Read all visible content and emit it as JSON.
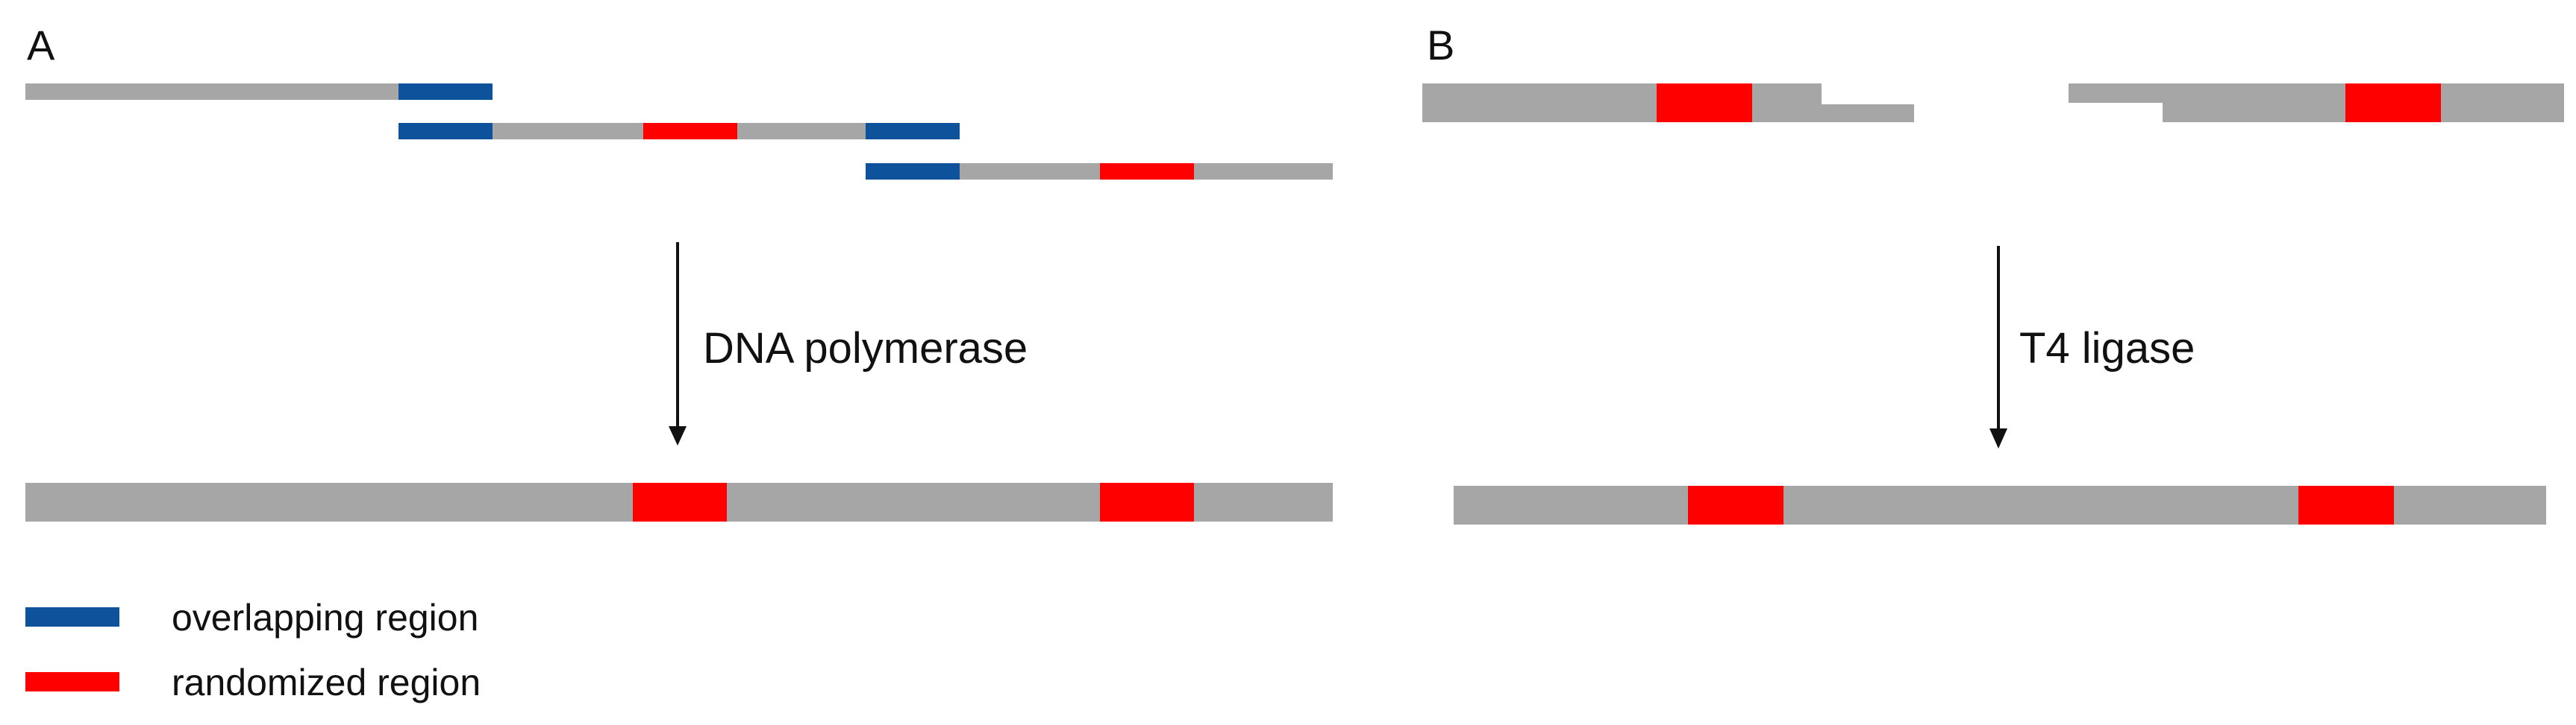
{
  "panels": {
    "a": {
      "label": "A",
      "step_label": "DNA polymerase"
    },
    "b": {
      "label": "B",
      "step_label": "T4 ligase"
    }
  },
  "legend": {
    "items": [
      {
        "key": "overlap",
        "label": "overlapping region"
      },
      {
        "key": "random",
        "label": "randomized region"
      }
    ]
  },
  "colors": {
    "backbone": "#a6a6a6",
    "overlap": "#0f529c",
    "random": "#ff0000",
    "arrow": "#111111",
    "text": "#111111"
  }
}
